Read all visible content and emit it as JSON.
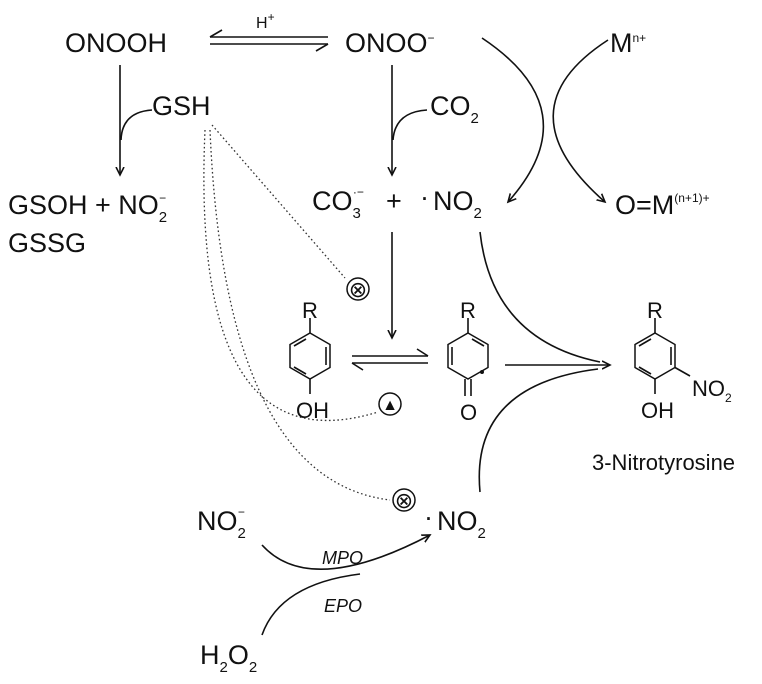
{
  "species": {
    "onooh": "ONOOH",
    "onoo_base": "ONOO",
    "onoo_charge": "−",
    "h_plus_base": "H",
    "h_plus_charge": "+",
    "metal_base": "M",
    "metal_charge": "n+",
    "gsh": "GSH",
    "co2_base": "CO",
    "co2_sub": "2",
    "gsoh_plus_no2_base": "GSOH + NO",
    "gsoh_no2_sub": "2",
    "gsoh_no2_charge": "−",
    "gssg": "GSSG",
    "co3_base": "CO",
    "co3_sub": "3",
    "co3_charge": "·−",
    "plus": "+",
    "no2_radical_dot": "·",
    "no2_base": "NO",
    "no2_sub": "2",
    "oxo_metal_base": "O=M",
    "oxo_metal_charge": "(n+1)+",
    "nitrite_base": "NO",
    "nitrite_sub": "2",
    "nitrite_charge": "−",
    "h2o2_h": "H",
    "h2o2_sub1": "2",
    "h2o2_o": "O",
    "h2o2_sub2": "2"
  },
  "structures": {
    "r_group": "R",
    "hydroxyl": "OH",
    "oxo": "O",
    "nitro_base": "NO",
    "nitro_sub": "2"
  },
  "enzymes": {
    "mpo": "MPO",
    "epo": "EPO"
  },
  "product_label": "3-Nitrotyrosine",
  "symbols": {
    "inhibit": "⊗",
    "promote": "▲"
  }
}
